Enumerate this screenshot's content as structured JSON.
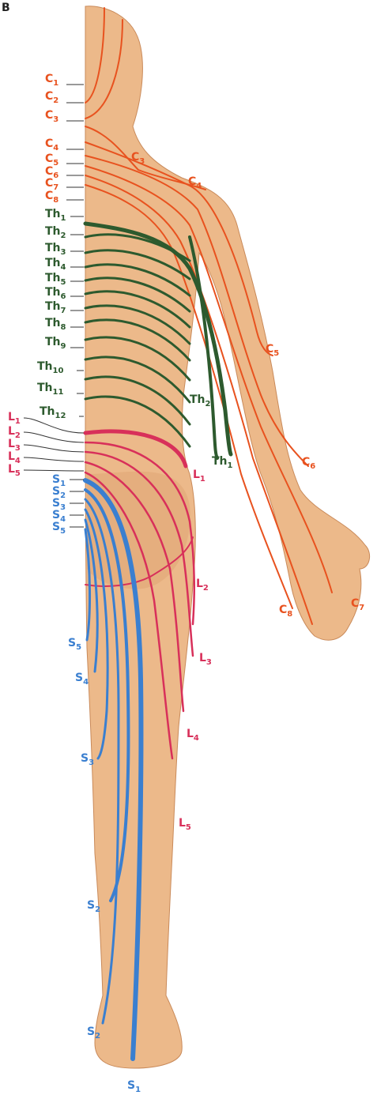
{
  "panel_letter": "B",
  "colors": {
    "cervical": "#e8521f",
    "thoracic": "#2d5a2e",
    "lumbar": "#d8305a",
    "sacral": "#3a7fd0",
    "skin": "#ecb98a",
    "skin_shadow": "#d99a66",
    "leader": "#333333"
  },
  "groups": [
    {
      "key": "cervical",
      "labels": [
        "C1",
        "C2",
        "C3",
        "C4",
        "C5",
        "C6",
        "C7",
        "C8",
        "C3",
        "C4",
        "C5",
        "C6",
        "C8",
        "C7"
      ]
    },
    {
      "key": "thoracic",
      "labels": [
        "Th1",
        "Th2",
        "Th3",
        "Th4",
        "Th5",
        "Th6",
        "Th7",
        "Th8",
        "Th9",
        "Th10",
        "Th11",
        "Th12",
        "Th2",
        "Th1"
      ]
    },
    {
      "key": "lumbar",
      "labels": [
        "L1",
        "L2",
        "L3",
        "L4",
        "L5",
        "L1",
        "L2",
        "L3",
        "L4",
        "L5"
      ]
    },
    {
      "key": "sacral",
      "labels": [
        "S1",
        "S2",
        "S3",
        "S4",
        "S5",
        "S5",
        "S4",
        "S3",
        "S2",
        "S2",
        "S1"
      ]
    }
  ]
}
